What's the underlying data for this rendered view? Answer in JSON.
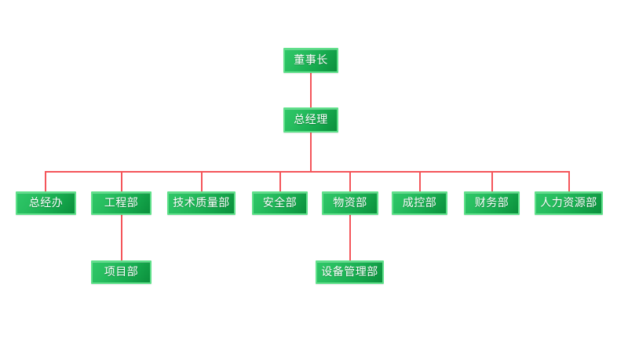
{
  "chart_data": {
    "type": "diagram",
    "title": "",
    "diagram_kind": "organization-chart",
    "orientation": "top-down",
    "node_fill_gradient": [
      "#2fc768",
      "#0b8f3c"
    ],
    "node_border_color": "#5fe08a",
    "node_text_color": "#ffffff",
    "connector_color": "#f4555a",
    "background_color": "#ffffff",
    "levels": [
      {
        "level": 1,
        "nodes": [
          "chairman"
        ]
      },
      {
        "level": 2,
        "nodes": [
          "general-manager"
        ]
      },
      {
        "level": 3,
        "nodes": [
          "gm-office",
          "engineering",
          "tech-quality",
          "safety",
          "materials",
          "cost-control",
          "finance",
          "hr"
        ]
      },
      {
        "level": 4,
        "nodes": [
          "project-dept",
          "equipment-mgmt"
        ]
      }
    ],
    "edges": [
      {
        "from": "chairman",
        "to": "general-manager"
      },
      {
        "from": "general-manager",
        "to": "gm-office"
      },
      {
        "from": "general-manager",
        "to": "engineering"
      },
      {
        "from": "general-manager",
        "to": "tech-quality"
      },
      {
        "from": "general-manager",
        "to": "safety"
      },
      {
        "from": "general-manager",
        "to": "materials"
      },
      {
        "from": "general-manager",
        "to": "cost-control"
      },
      {
        "from": "general-manager",
        "to": "finance"
      },
      {
        "from": "general-manager",
        "to": "hr"
      },
      {
        "from": "engineering",
        "to": "project-dept"
      },
      {
        "from": "materials",
        "to": "equipment-mgmt"
      }
    ]
  },
  "nodes": {
    "chairman": {
      "label": "董事长"
    },
    "general_manager": {
      "label": "总经理"
    },
    "gm_office": {
      "label": "总经办"
    },
    "engineering": {
      "label": "工程部"
    },
    "tech_quality": {
      "label": "技术质量部"
    },
    "safety": {
      "label": "安全部"
    },
    "materials": {
      "label": "物资部"
    },
    "cost_control": {
      "label": "成控部"
    },
    "finance": {
      "label": "财务部"
    },
    "hr": {
      "label": "人力资源部"
    },
    "project_dept": {
      "label": "项目部"
    },
    "equipment_mgmt": {
      "label": "设备管理部"
    }
  }
}
